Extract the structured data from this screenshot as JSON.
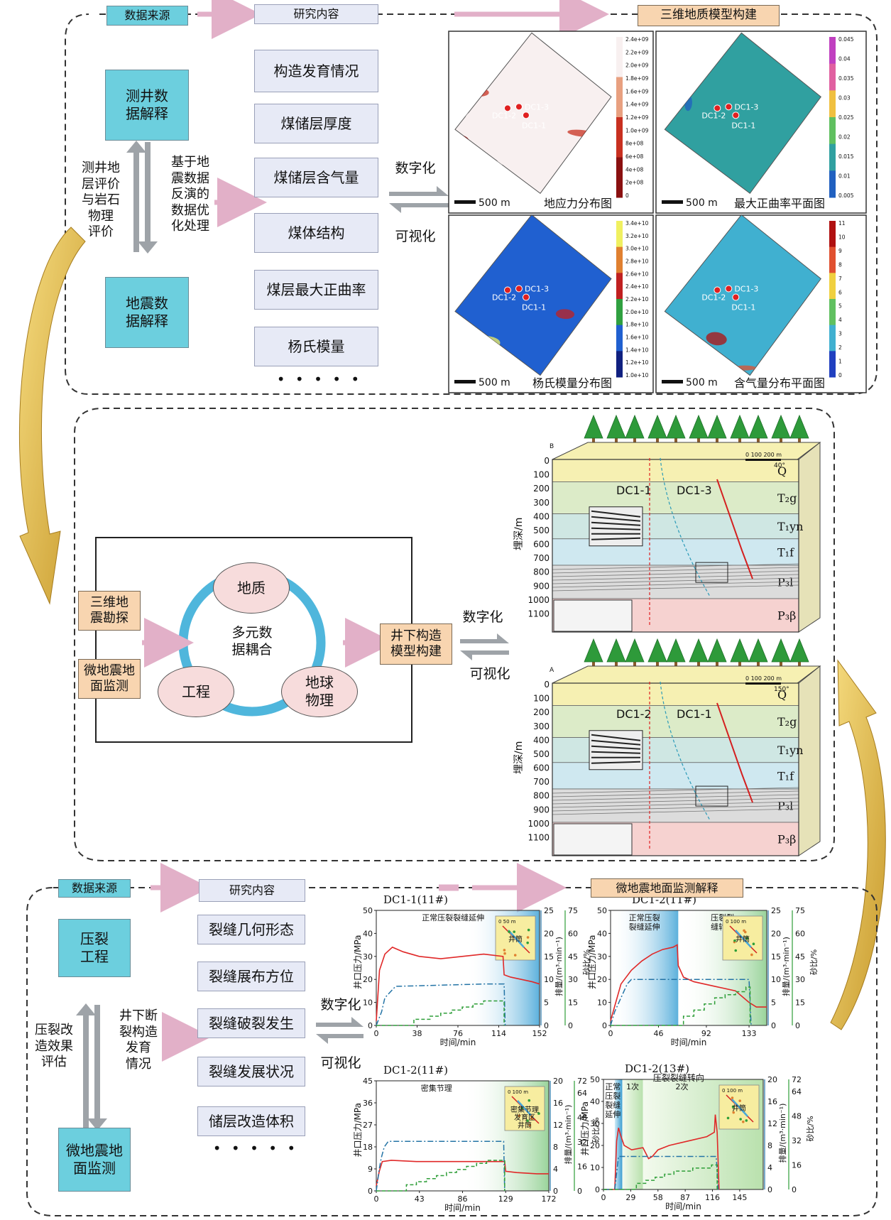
{
  "section1": {
    "data_source": "数据来源",
    "research_content": "研究内容",
    "model_title": "三维地质模型构建",
    "left_boxes": [
      "测井数\n据解释",
      "地震数\n据解释"
    ],
    "left_note": "测井地\n层评价\n与岩石\n物理\n评价",
    "process_note": "基于地\n震数据\n反演的\n数据优\n化处理",
    "research_items": [
      "构造发育情况",
      "煤储层厚度",
      "煤储层含气量",
      "煤体结构",
      "煤层最大正曲率",
      "杨氏模量"
    ],
    "dots": "• • • • •",
    "digitize": "数字化",
    "visualize": "可视化",
    "maps": [
      {
        "caption": "地应力分布图",
        "scale": "500 m",
        "colorbar": [
          "2.4e+09",
          "2.2e+09",
          "2.0e+09",
          "1.8e+09",
          "1.6e+09",
          "1.4e+09",
          "1.2e+09",
          "1.0e+09",
          "8e+08",
          "6e+08",
          "4e+08",
          "2e+08",
          "0"
        ],
        "colors": [
          "#f8f0f0",
          "#e8a080",
          "#c83020",
          "#8a1010"
        ]
      },
      {
        "caption": "最大正曲率平面图",
        "scale": "500 m",
        "colorbar": [
          "0.045",
          "0.04",
          "0.035",
          "0.03",
          "0.025",
          "0.02",
          "0.015",
          "0.01",
          "0.005"
        ],
        "colors": [
          "#c040c0",
          "#e060a0",
          "#f0c040",
          "#60c060",
          "#30a0a0",
          "#2060c0"
        ]
      },
      {
        "caption": "杨氏模量分布图",
        "scale": "500 m",
        "colorbar": [
          "3.4e+10",
          "3.2e+10",
          "3.0e+10",
          "2.8e+10",
          "2.6e+10",
          "2.4e+10",
          "2.2e+10",
          "2.0e+10",
          "1.8e+10",
          "1.6e+10",
          "1.4e+10",
          "1.2e+10",
          "1.0e+10"
        ],
        "colors": [
          "#f0f060",
          "#e08030",
          "#c02020",
          "#30a040",
          "#2060d0",
          "#102080"
        ]
      },
      {
        "caption": "含气量分布平面图",
        "scale": "500 m",
        "colorbar": [
          "11",
          "10",
          "9",
          "8",
          "7",
          "6",
          "5",
          "4",
          "3",
          "2",
          "1",
          "0"
        ],
        "colors": [
          "#b01010",
          "#e05030",
          "#f0d040",
          "#60c060",
          "#40b0d0",
          "#2040c0"
        ]
      }
    ],
    "wells": [
      "DC1-2",
      "DC1-3",
      "DC1-1"
    ]
  },
  "section2": {
    "seismic": "三维地\n震勘探",
    "microseismic": "微地震地\n面监测",
    "coupling": "多元数\n据耦合",
    "circle_nodes": [
      "地质",
      "工程",
      "地球\n物理"
    ],
    "model": "井下构造\n模型构建",
    "digitize": "数字化",
    "visualize": "可视化",
    "block_top": {
      "section_letter": "B",
      "depth_label": "埋深/m",
      "depths": [
        "0",
        "100",
        "200",
        "300",
        "400",
        "500",
        "600",
        "700",
        "800",
        "900",
        "1000",
        "1100"
      ],
      "wells": [
        "DC1-1",
        "DC1-3"
      ],
      "layers": [
        "Q",
        "T₂g",
        "T₁yn",
        "T₁f",
        "P₃l",
        "P₃β"
      ],
      "scale": "0    100   200 m",
      "angle": "40°"
    },
    "block_bottom": {
      "section_letter": "A",
      "depth_label": "埋深/m",
      "depths": [
        "0",
        "100",
        "200",
        "300",
        "400",
        "500",
        "600",
        "700",
        "800",
        "900",
        "1000",
        "1100"
      ],
      "wells": [
        "DC1-2",
        "DC1-1"
      ],
      "layers": [
        "Q",
        "T₂g",
        "T₁yn",
        "T₁f",
        "P₃l",
        "P₃β"
      ],
      "scale": "0    100   200 m",
      "angle": "150°"
    }
  },
  "section3": {
    "data_source": "数据来源",
    "research_content": "研究内容",
    "title": "微地震地面监测解释",
    "left_boxes": [
      "压裂\n工程",
      "微地震地\n面监测"
    ],
    "left_note": "压裂改\n造效果\n评估",
    "process_note": "井下断\n裂构造\n发育\n情况",
    "research_items": [
      "裂缝几何形态",
      "裂缝展布方位",
      "裂缝破裂发生",
      "裂缝发展状况",
      "储层改造体积"
    ],
    "dots": "• • • • •",
    "digitize": "数字化",
    "visualize": "可视化"
  },
  "chart_data": [
    {
      "type": "line",
      "title": "DC1-1(11#)",
      "xlabel": "时间/min",
      "ylabel": "井口压力/MPa",
      "y2label": "排量/(m³·min⁻¹)",
      "y3label": "砂比/%",
      "xticks": [
        0,
        38,
        76,
        114,
        152
      ],
      "xlim": [
        0,
        152
      ],
      "yticks": [
        0,
        10,
        20,
        30,
        40,
        50
      ],
      "ylim": [
        0,
        50
      ],
      "y2ticks": [
        0,
        5,
        10,
        15,
        20,
        25
      ],
      "y3ticks": [
        0,
        15,
        30,
        45,
        60,
        75
      ],
      "phases": [
        {
          "label": "正常压裂裂缝延伸",
          "from": 0,
          "to": 143
        }
      ],
      "inset": {
        "scale": "0   50 m",
        "label": "井筒"
      },
      "series": [
        {
          "name": "井口压力",
          "axis": "y1",
          "color": "#e02828",
          "style": "solid",
          "x": [
            0,
            3,
            8,
            15,
            25,
            40,
            60,
            80,
            100,
            118,
            119,
            125,
            135,
            145,
            152
          ],
          "y": [
            2,
            24,
            31,
            34,
            32,
            30,
            29,
            30,
            31,
            30,
            22,
            21,
            20,
            19,
            18
          ]
        },
        {
          "name": "排量",
          "axis": "y2",
          "color": "#2474a6",
          "style": "dashdot",
          "x": [
            0,
            5,
            8,
            12,
            16,
            18,
            20,
            100,
            118,
            119,
            120
          ],
          "y": [
            0,
            3,
            6,
            7,
            8,
            8.5,
            8.5,
            9,
            9,
            9,
            0
          ]
        },
        {
          "name": "砂比",
          "axis": "y3",
          "color": "#2e9e38",
          "style": "dashed",
          "x": [
            0,
            20,
            35,
            50,
            60,
            70,
            80,
            90,
            100,
            110,
            118,
            119
          ],
          "y": [
            0,
            0,
            4,
            6,
            8,
            10,
            12,
            14,
            16,
            16,
            16,
            0
          ]
        }
      ]
    },
    {
      "type": "line",
      "title": "DC1-2(11#)",
      "xlabel": "时间/min",
      "ylabel": "井口压力/MPa",
      "y2label": "排量/(m³·min⁻¹)",
      "y3label": "砂比/%",
      "xticks": [
        0,
        46,
        92,
        133
      ],
      "xlim": [
        0,
        150
      ],
      "yticks": [
        0,
        10,
        20,
        30,
        40,
        50
      ],
      "ylim": [
        0,
        50
      ],
      "y2ticks": [
        0,
        5,
        10,
        15,
        20,
        25
      ],
      "y3ticks": [
        0,
        15,
        30,
        45,
        60,
        75
      ],
      "phases": [
        {
          "label": "正常压裂\n裂缝延伸",
          "from": 0,
          "to": 65
        },
        {
          "label": "压裂裂\n缝转向",
          "from": 65,
          "to": 150
        }
      ],
      "inset": {
        "scale": "0   100 m",
        "label": "井筒"
      },
      "series": [
        {
          "name": "井口压力",
          "axis": "y1",
          "color": "#e02828",
          "style": "solid",
          "x": [
            0,
            5,
            10,
            20,
            30,
            40,
            50,
            60,
            64,
            65,
            70,
            80,
            100,
            120,
            133,
            140,
            150
          ],
          "y": [
            2,
            10,
            18,
            24,
            28,
            31,
            33,
            34,
            35,
            26,
            21,
            19,
            17,
            15,
            10,
            8,
            8
          ]
        },
        {
          "name": "排量",
          "axis": "y2",
          "color": "#2474a6",
          "style": "dashdot",
          "x": [
            0,
            4,
            8,
            12,
            16,
            20,
            30,
            60,
            133,
            135
          ],
          "y": [
            0,
            3,
            5,
            7,
            9,
            10,
            10,
            10,
            10,
            0
          ]
        },
        {
          "name": "砂比",
          "axis": "y3",
          "color": "#2e9e38",
          "style": "dashed",
          "x": [
            0,
            60,
            70,
            80,
            90,
            100,
            110,
            120,
            130,
            133,
            134
          ],
          "y": [
            0,
            0,
            6,
            10,
            14,
            18,
            20,
            22,
            25,
            25,
            0
          ]
        }
      ]
    },
    {
      "type": "line",
      "title": "DC1-2(11#)",
      "xlabel": "时间/min",
      "ylabel": "井口压力/MPa",
      "y2label": "排量/(m³·min⁻¹)",
      "y3label": "砂比/%",
      "xticks": [
        0,
        43,
        86,
        129,
        172
      ],
      "xlim": [
        0,
        172
      ],
      "yticks": [
        0,
        9,
        18,
        27,
        36,
        45
      ],
      "ylim": [
        0,
        45
      ],
      "y2ticks": [
        0,
        4,
        8,
        12,
        16,
        20
      ],
      "y3ticks": [
        0,
        16,
        32,
        48,
        64,
        72
      ],
      "phases": [
        {
          "label": "密集节理",
          "from": 0,
          "to": 120
        }
      ],
      "inset": {
        "scale": "0   100 m",
        "label": "密集节理\n发育区\n井筒"
      },
      "series": [
        {
          "name": "井口压力",
          "axis": "y1",
          "color": "#e02828",
          "style": "solid",
          "x": [
            0,
            3,
            6,
            15,
            40,
            80,
            120,
            128,
            129,
            140,
            160,
            172
          ],
          "y": [
            2,
            8,
            12,
            12.5,
            12,
            12,
            12,
            12,
            8,
            7.5,
            7,
            7
          ]
        },
        {
          "name": "排量",
          "axis": "y2",
          "color": "#2474a6",
          "style": "dashdot",
          "x": [
            0,
            3,
            5,
            8,
            12,
            40,
            80,
            127,
            128
          ],
          "y": [
            0,
            4,
            6,
            8,
            9,
            9,
            9,
            9,
            0
          ]
        },
        {
          "name": "砂比",
          "axis": "y3",
          "color": "#2e9e38",
          "style": "dashed",
          "x": [
            0,
            20,
            30,
            40,
            50,
            60,
            70,
            80,
            90,
            100,
            110,
            127,
            128
          ],
          "y": [
            0,
            0,
            4,
            6,
            8,
            10,
            12,
            14,
            16,
            18,
            20,
            20,
            0
          ]
        }
      ]
    },
    {
      "type": "line",
      "title": "DC1-2(13#)",
      "xlabel": "时间/min",
      "ylabel": "井口压力/MPa",
      "y2label": "排量/(m³·min⁻¹)",
      "y3label": "砂比/%",
      "xticks": [
        0,
        29,
        58,
        87,
        116,
        145
      ],
      "xlim": [
        0,
        170
      ],
      "yticks": [
        0,
        10,
        20,
        30,
        40,
        50
      ],
      "ylim": [
        0,
        50
      ],
      "y2ticks": [
        0,
        4,
        8,
        12,
        16,
        20
      ],
      "y3ticks": [
        0,
        16,
        32,
        48,
        64,
        72
      ],
      "phases": [
        {
          "label": "正常\n压裂\n裂缝\n延伸",
          "from": 0,
          "to": 20
        },
        {
          "label": "1次",
          "from": 20,
          "to": 42
        },
        {
          "label": "2次",
          "from": 42,
          "to": 125
        }
      ],
      "phase_header": "压裂裂缝转向",
      "inset": {
        "scale": "0   100 m",
        "label": "井筒"
      },
      "series": [
        {
          "name": "井口压力",
          "axis": "y1",
          "color": "#e02828",
          "style": "solid",
          "x": [
            0,
            12,
            14,
            16,
            18,
            22,
            30,
            42,
            48,
            52,
            58,
            70,
            90,
            110,
            118,
            119,
            121,
            123
          ],
          "y": [
            0,
            0,
            22,
            28,
            25,
            20,
            18,
            19,
            14,
            15,
            18,
            20,
            22,
            24,
            26,
            34,
            26,
            0
          ]
        },
        {
          "name": "排量",
          "axis": "y2",
          "color": "#2474a6",
          "style": "dashdot",
          "x": [
            0,
            12,
            14,
            16,
            20,
            60,
            120,
            122
          ],
          "y": [
            0,
            0,
            3,
            6,
            6,
            6,
            6,
            0
          ]
        },
        {
          "name": "砂比",
          "axis": "y3",
          "color": "#2e9e38",
          "style": "dashed",
          "x": [
            0,
            25,
            35,
            45,
            55,
            65,
            75,
            85,
            95,
            105,
            115,
            120,
            121
          ],
          "y": [
            0,
            0,
            4,
            6,
            8,
            10,
            12,
            12,
            14,
            14,
            16,
            16,
            0
          ]
        }
      ]
    }
  ]
}
